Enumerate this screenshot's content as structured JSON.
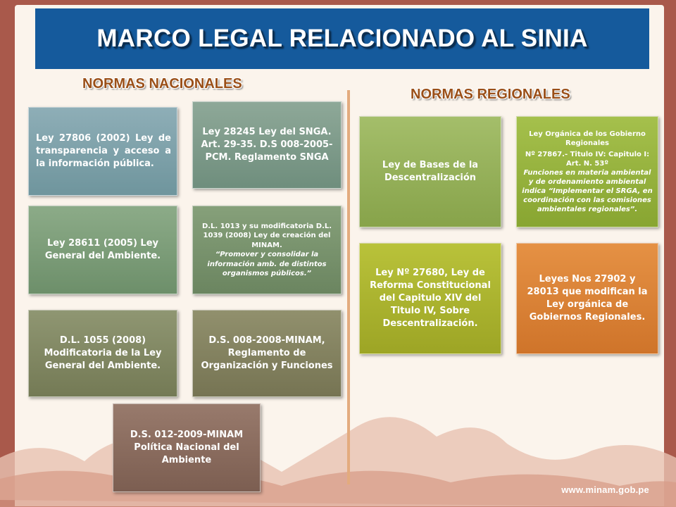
{
  "title": "MARCO LEGAL RELACIONADO AL  SINIA",
  "nacionales": {
    "heading": "NORMAS NACIONALES",
    "boxes": [
      {
        "lines": [
          "Ley 27806 (2002) Ley de transparencia y acceso a la información pública."
        ]
      },
      {
        "lines": [
          "Ley 28245 Ley del SNGA. Art. 29-35. D.S 008-2005-PCM. Reglamento SNGA"
        ]
      },
      {
        "lines": [
          "Ley 28611 (2005) Ley General del Ambiente."
        ]
      },
      {
        "lines": [
          "D.L. 1013  y su modificatoria D.L. 1039 (2008) Ley de creación del MINAM."
        ],
        "italic": "“Promover y consolidar la información amb. de distintos organismos públicos.”"
      },
      {
        "lines": [
          "D.L. 1055 (2008) Modificatoria de la Ley General del Ambiente."
        ]
      },
      {
        "lines": [
          "D.S. 008-2008-MINAM, Reglamento de Organización y Funciones"
        ]
      },
      {
        "lines": [
          "D.S. 012-2009-MINAM Política Nacional del Ambiente"
        ]
      }
    ]
  },
  "regionales": {
    "heading": "NORMAS REGIONALES",
    "boxes": [
      {
        "lines": [
          "Ley de Bases de la Descentralización"
        ]
      },
      {
        "lines": [
          "Ley Orgánica de los Gobierno Regionales",
          "Nº 27867.- Titulo IV: Capitulo I: Art. N. 53º"
        ],
        "italic": "Funciones en materia ambiental y de ordenamiento ambiental indica  “Implementar el SRGA, en coordinación con las comisiones ambientales regionales”."
      },
      {
        "lines": [
          "Ley Nº 27680, Ley de Reforma Constitucional del Capitulo XIV del Titulo IV, Sobre Descentralización."
        ]
      },
      {
        "lines": [
          "Leyes Nos 27902 y 28013 que modifican la Ley orgánica de Gobiernos Regionales."
        ]
      }
    ]
  },
  "footer": {
    "website": "www.minam.gob.pe"
  },
  "colors": {
    "title_band": "#155a9c",
    "heading_text": "#9a4f18",
    "frame": "#a9594b",
    "orange_box": "#e0843a"
  }
}
